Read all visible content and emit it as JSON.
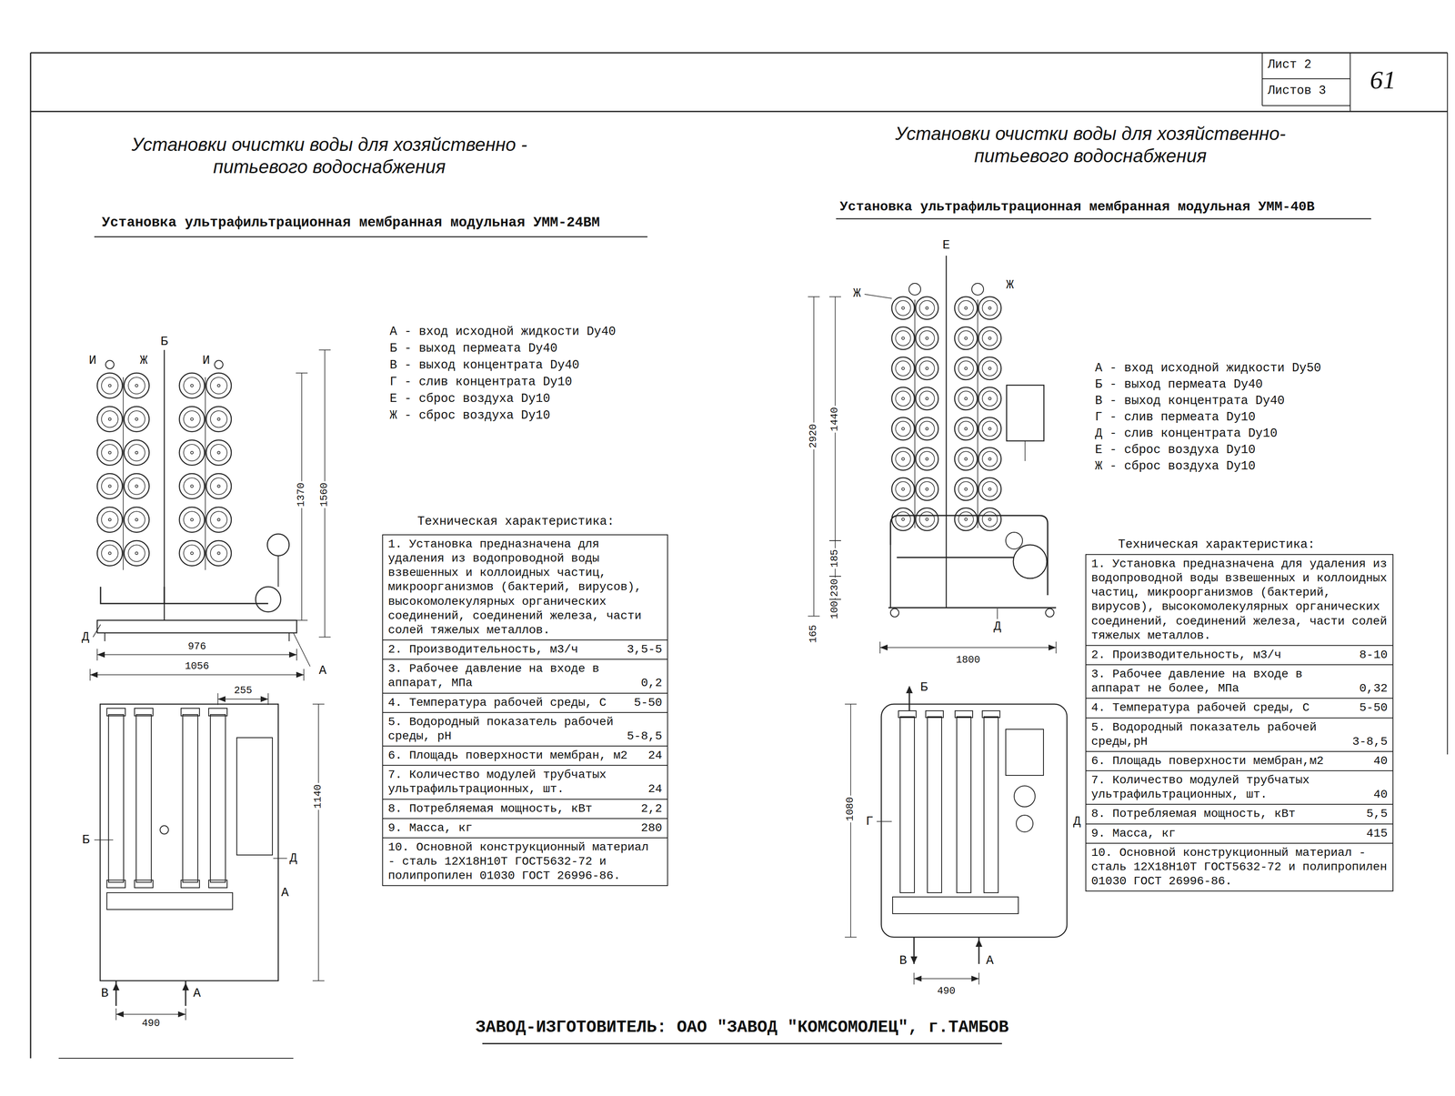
{
  "diagram": {
    "labels": [
      "Лист 2",
      "Листов 3",
      "61",
      "Установки очистки воды для хозяйственно - питьевого водоснабжения",
      "Установки очистки воды для хозяйственно-питьевого водоснабжения",
      "Установка ультрафильтрационная мембранная модульная УММ-24ВМ",
      "Установка ультрафильтрационная мембранная модульная УММ-40В",
      "А - вход исходной жидкости Dy40",
      "Б - выход пермеата Dy40",
      "В - выход концентрата Dy40",
      "Г - слив концентрата Dy10",
      "Е - сброс воздуха Dy10",
      "Ж - сброс воздуха Dy10",
      "А - вход исходной жидкости Dy50",
      "Б - выход пермеата Dy40",
      "В - выход концентрата Dy40",
      "Г - слив пермеата Dy10",
      "Д - слив концентрата Dy10",
      "Е - сброс воздуха Dy10",
      "Ж - сброс воздуха Dy10",
      "Техническая характеристика:",
      "Техническая характеристика:",
      "1. Установка предназначена для удаления из водопроводной воды взвешенных и коллоидных частиц, микроорганизмов (бактерий, вирусов), высокомолекулярных органических соединений, соединений железа, части солей тяжелых металлов.",
      "2. Производительность, м3/ч",
      "3,5-5",
      "3. Рабочее давление на входе в аппарат, МПа",
      "0,2",
      "4. Температура рабочей среды, С",
      "5-50",
      "5. Водородный показатель рабочей среды, pH",
      "5-8,5",
      "6. Площадь поверхности мембран, м2",
      "24",
      "7. Количество модулей трубчатых ультрафильтрационных, шт.",
      "24",
      "8. Потребляемая мощность, кВт",
      "2,2",
      "9. Масса, кг",
      "280",
      "10. Основной конструкционный материал - сталь 12Х18Н10Т ГОСТ5632-72 и полипропилен 01030 ГОСТ 26996-86.",
      "1. Установка предназначена для удаления из водопроводной воды взвешенных и коллоидных частиц, микроорганизмов (бактерий, вирусов), высокомолекулярных органических соединений, соединений железа, части солей тяжелых металлов.",
      "2. Производительность, м3/ч",
      "8-10",
      "3. Рабочее давление на входе в аппарат не более, МПа",
      "0,32",
      "4. Температура рабочей среды, С",
      "5-50",
      "5. Водородный показатель рабочей среды,pH",
      "3-8,5",
      "6. Площадь поверхности мембран,м2",
      "40",
      "7. Количество модулей трубчатых ультрафильтрационных, шт.",
      "40",
      "8. Потребляемая мощность, кВт",
      "5,5",
      "9. Масса, кг",
      "415",
      "10. Основной конструкционный материал - сталь 12Х18Н10Т ГОСТ5632-72 и полипропилен 01030 ГОСТ 26996-86.",
      "ЗАВОД-ИЗГОТОВИТЕЛЬ: ОАО \"ЗАВОД \"КОМСОМОЛЕЦ\", г.ТАМБОВ",
      "И",
      "Ж",
      "Б",
      "И",
      "Д",
      "А",
      "976",
      "1056",
      "1370",
      "1560",
      "255",
      "Б",
      "Д",
      "А",
      "В",
      "А",
      "490",
      "1140",
      "Е",
      "Ж",
      "Ж",
      "Д",
      "2920",
      "1440",
      "185",
      "230",
      "100",
      "165",
      "1800",
      "Б",
      "Г",
      "Д",
      "В",
      "А",
      "490",
      "1080"
    ]
  }
}
